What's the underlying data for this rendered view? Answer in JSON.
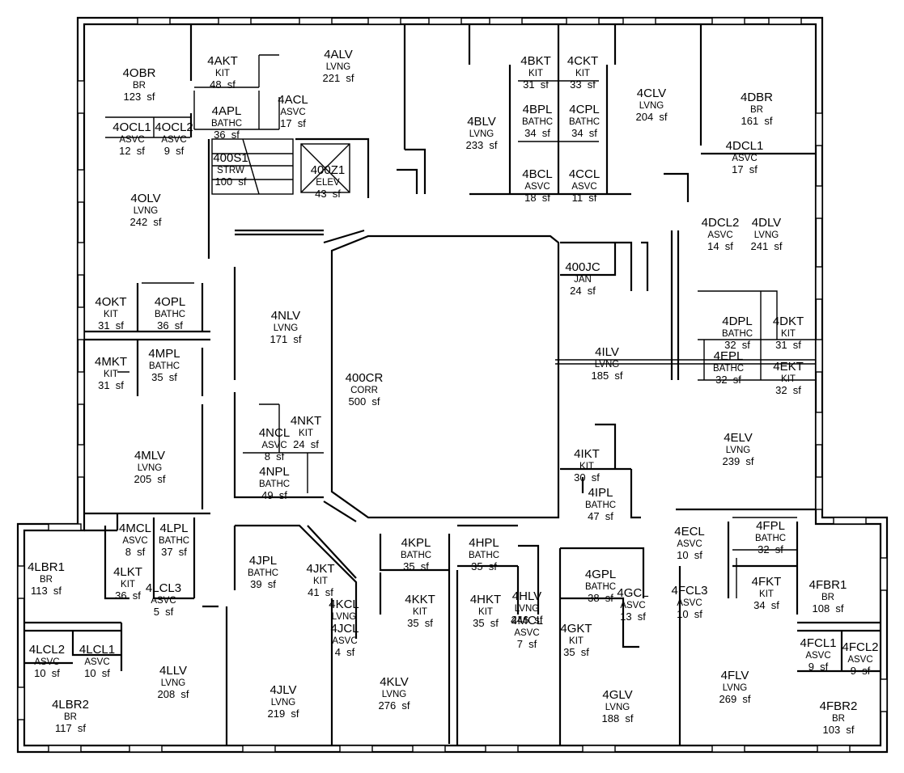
{
  "rooms": [
    {
      "code": "4OBR",
      "type": "BR",
      "area": "123  sf"
    },
    {
      "code": "4AKT",
      "type": "KIT",
      "area": "48  sf"
    },
    {
      "code": "4ALV",
      "type": "LVNG",
      "area": "221  sf"
    },
    {
      "code": "4BKT",
      "type": "KIT",
      "area": "31  sf"
    },
    {
      "code": "4CKT",
      "type": "KIT",
      "area": "33  sf"
    },
    {
      "code": "4CLV",
      "type": "LVNG",
      "area": "204  sf"
    },
    {
      "code": "4DBR",
      "type": "BR",
      "area": "161  sf"
    },
    {
      "code": "4APL",
      "type": "BATHC",
      "area": "36  sf"
    },
    {
      "code": "4ACL",
      "type": "ASVC",
      "area": "17  sf"
    },
    {
      "code": "4BLV",
      "type": "LVNG",
      "area": "233  sf"
    },
    {
      "code": "4BPL",
      "type": "BATHC",
      "area": "34  sf"
    },
    {
      "code": "4CPL",
      "type": "BATHC",
      "area": "34  sf"
    },
    {
      "code": "4OCL1",
      "type": "ASVC",
      "area": "12  sf"
    },
    {
      "code": "4OCL2",
      "type": "ASVC",
      "area": "9  sf"
    },
    {
      "code": "4DCL1",
      "type": "ASVC",
      "area": "17  sf"
    },
    {
      "code": "400S1",
      "type": "STRW",
      "area": "100  sf"
    },
    {
      "code": "400Z1",
      "type": "ELEV",
      "area": "43  sf"
    },
    {
      "code": "4BCL",
      "type": "ASVC",
      "area": "18  sf"
    },
    {
      "code": "4CCL",
      "type": "ASVC",
      "area": "11  sf"
    },
    {
      "code": "4OLV",
      "type": "LVNG",
      "area": "242  sf"
    },
    {
      "code": "4DCL2",
      "type": "ASVC",
      "area": "14  sf"
    },
    {
      "code": "4DLV",
      "type": "LVNG",
      "area": "241  sf"
    },
    {
      "code": "400JC",
      "type": "JAN",
      "area": "24  sf"
    },
    {
      "code": "4OKT",
      "type": "KIT",
      "area": "31  sf"
    },
    {
      "code": "4OPL",
      "type": "BATHC",
      "area": "36  sf"
    },
    {
      "code": "4NLV",
      "type": "LVNG",
      "area": "171  sf"
    },
    {
      "code": "4DPL",
      "type": "BATHC",
      "area": "32  sf"
    },
    {
      "code": "4DKT",
      "type": "KIT",
      "area": "31  sf"
    },
    {
      "code": "4MKT",
      "type": "KIT",
      "area": "31  sf"
    },
    {
      "code": "4MPL",
      "type": "BATHC",
      "area": "35  sf"
    },
    {
      "code": "4ILV",
      "type": "LVNG",
      "area": "185  sf"
    },
    {
      "code": "4EPL",
      "type": "BATHC",
      "area": "32  sf"
    },
    {
      "code": "4EKT",
      "type": "KIT",
      "area": "32  sf"
    },
    {
      "code": "400CR",
      "type": "CORR",
      "area": "500  sf"
    },
    {
      "code": "4NKT",
      "type": "KIT",
      "area": "24  sf"
    },
    {
      "code": "4NCL",
      "type": "ASVC",
      "area": "8  sf"
    },
    {
      "code": "4MLV",
      "type": "LVNG",
      "area": "205  sf"
    },
    {
      "code": "4IKT",
      "type": "KIT",
      "area": "30  sf"
    },
    {
      "code": "4ELV",
      "type": "LVNG",
      "area": "239  sf"
    },
    {
      "code": "4NPL",
      "type": "BATHC",
      "area": "49  sf"
    },
    {
      "code": "4IPL",
      "type": "BATHC",
      "area": "47  sf"
    },
    {
      "code": "4MCL",
      "type": "ASVC",
      "area": "8  sf"
    },
    {
      "code": "4LPL",
      "type": "BATHC",
      "area": "37  sf"
    },
    {
      "code": "4FPL",
      "type": "BATHC",
      "area": "32  sf"
    },
    {
      "code": "4ECL",
      "type": "ASVC",
      "area": "10  sf"
    },
    {
      "code": "4KPL",
      "type": "BATHC",
      "area": "35  sf"
    },
    {
      "code": "4HPL",
      "type": "BATHC",
      "area": "35  sf"
    },
    {
      "code": "4LBR1",
      "type": "BR",
      "area": "113  sf"
    },
    {
      "code": "4JPL",
      "type": "BATHC",
      "area": "39  sf"
    },
    {
      "code": "4JKT",
      "type": "KIT",
      "area": "41  sf"
    },
    {
      "code": "4GPL",
      "type": "BATHC",
      "area": "38  sf"
    },
    {
      "code": "4FKT",
      "type": "KIT",
      "area": "34  sf"
    },
    {
      "code": "4FBR1",
      "type": "BR",
      "area": "108  sf"
    },
    {
      "code": "4LKT",
      "type": "KIT",
      "area": "36  sf"
    },
    {
      "code": "4LCL3",
      "type": "ASVC",
      "area": "5  sf"
    },
    {
      "code": "4FCL3",
      "type": "ASVC",
      "area": "10  sf"
    },
    {
      "code": "4GCL",
      "type": "ASVC",
      "area": "13  sf"
    },
    {
      "code": "4KKT",
      "type": "KIT",
      "area": "35  sf"
    },
    {
      "code": "4HKT",
      "type": "KIT",
      "area": "35  sf"
    },
    {
      "code": "4HLV",
      "type": "LVNG",
      "area": "246  sf"
    },
    {
      "code": "4MCL",
      "type": "ASVC",
      "area": "7  sf"
    },
    {
      "code": "4KCL",
      "type": "LVNG",
      "area": ""
    },
    {
      "code": "4JCL",
      "type": "ASVC",
      "area": "4  sf"
    },
    {
      "code": "4GKT",
      "type": "KIT",
      "area": "35  sf"
    },
    {
      "code": "4LCL2",
      "type": "ASVC",
      "area": "10  sf"
    },
    {
      "code": "4LCL1",
      "type": "ASVC",
      "area": "10  sf"
    },
    {
      "code": "4FCL1",
      "type": "ASVC",
      "area": "9  sf"
    },
    {
      "code": "4FCL2",
      "type": "ASVC",
      "area": "9  sf"
    },
    {
      "code": "4LLV",
      "type": "LVNG",
      "area": "208  sf"
    },
    {
      "code": "4JLV",
      "type": "LVNG",
      "area": "219  sf"
    },
    {
      "code": "4KLV",
      "type": "LVNG",
      "area": "276  sf"
    },
    {
      "code": "4GLV",
      "type": "LVNG",
      "area": "188  sf"
    },
    {
      "code": "4FLV",
      "type": "LVNG",
      "area": "269  sf"
    },
    {
      "code": "4LBR2",
      "type": "BR",
      "area": "117  sf"
    },
    {
      "code": "4FBR2",
      "type": "BR",
      "area": "103  sf"
    }
  ]
}
